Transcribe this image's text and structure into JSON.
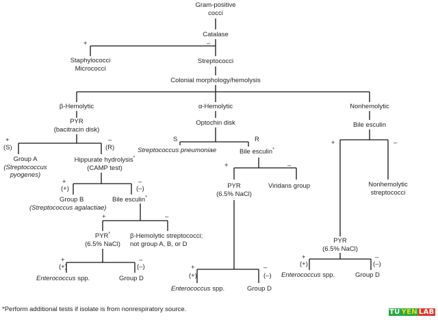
{
  "diagram": {
    "root": {
      "line1": "Gram-positive",
      "line2": "cocci"
    },
    "catalase": "Catalase",
    "catalase_pos_sign": "+",
    "catalase_neg_sign": "–",
    "staph": {
      "line1": "Staphylococci",
      "line2": "Micrococci"
    },
    "strep": "Streptococci",
    "colonial": "Colonial morphology/hemolysis",
    "beta": {
      "label": "β-Hemolytic",
      "pyr_line1": "PYR",
      "pyr_line2": "(bacitracin disk)",
      "pos_sign": "+",
      "pos_cond": "(S)",
      "neg_sign": "–",
      "neg_cond": "(R)",
      "group_a": "Group A",
      "group_a_species1": "(Streptococcus",
      "group_a_species2": "pyogenes)",
      "hippurate_line1": "Hippurate hydrolysis",
      "hippurate_line2": "(CAMP test)",
      "hip_pos_sign": "+",
      "hip_pos_cond": "(+)",
      "hip_neg_sign": "–",
      "hip_neg_cond": "(–)",
      "group_b": "Group B",
      "group_b_species": "(Streptococcus agalactiae)",
      "bile": "Bile esculin",
      "bile_pos_sign": "+",
      "bile_neg_sign": "–",
      "pyr2_line1": "PYR",
      "pyr2_line2": "(6.5% NaCl)",
      "nongroup_line1": "β-Hemolytic streptococci;",
      "nongroup_line2": "not group A, B, or D",
      "pyr2_pos_sign": "+",
      "pyr2_pos_cond": "(+)",
      "pyr2_neg_sign": "–",
      "pyr2_neg_cond": "(–)",
      "enterococcus": "Enterococcus",
      "spp": "spp.",
      "group_d": "Group D"
    },
    "alpha": {
      "label": "α-Hemolytic",
      "optochin": "Optochin disk",
      "s": "S",
      "r": "R",
      "pneumoniae": "Streptococcus pneumoniae",
      "bile": "Bile esculin",
      "bile_pos_sign": "+",
      "bile_neg_sign": "–",
      "pyr_line1": "PYR",
      "pyr_line2": "(6.5% NaCl)",
      "viridans": "Viridans group",
      "pyr_pos_sign": "+",
      "pyr_pos_cond": "(+)",
      "pyr_neg_sign": "–",
      "pyr_neg_cond": "(–)",
      "enterococcus": "Enterococcus",
      "spp": "spp.",
      "group_d": "Group D"
    },
    "nonhemolytic": {
      "label": "Nonhemolytic",
      "bile": "Bile esculin",
      "pos_sign": "+",
      "neg_sign": "–",
      "nonhemo_line1": "Nonhemolytic",
      "nonhemo_line2": "streptococci",
      "pyr_line1": "PYR",
      "pyr_line2": "(6.5% NaCl)",
      "pyr_pos_sign": "+",
      "pyr_pos_cond": "(+)",
      "pyr_neg_sign": "–",
      "pyr_neg_cond": "(–)",
      "enterococcus": "Enterococcus",
      "spp": "spp.",
      "group_d": "Group D"
    },
    "asterisk": "*",
    "footnote": "*Perform additional tests if isolate is from nonrespiratory source."
  },
  "watermark": {
    "part1": "TU",
    "part2": "YEN",
    "part3": "LAB"
  }
}
